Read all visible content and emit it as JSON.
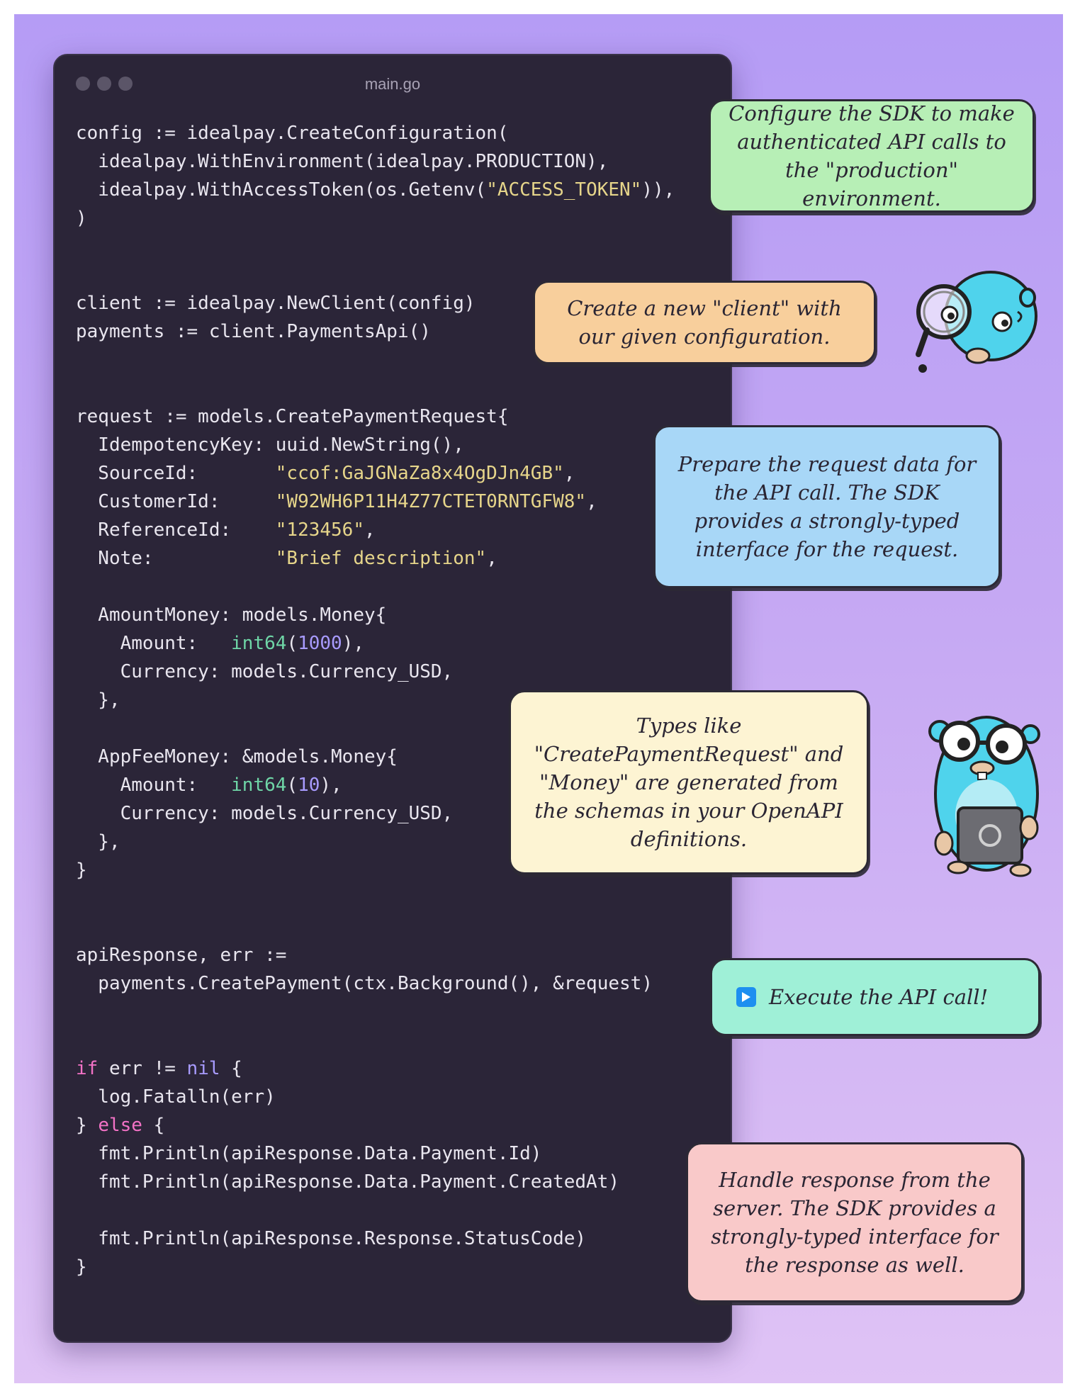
{
  "window": {
    "filename": "main.go"
  },
  "code_lines": [
    [
      {
        "t": "config := idealpay.CreateConfiguration("
      }
    ],
    [
      {
        "t": "  idealpay.WithEnvironment(idealpay.PRODUCTION),"
      }
    ],
    [
      {
        "t": "  idealpay.WithAccessToken(os.Getenv("
      },
      {
        "t": "\"ACCESS_TOKEN\"",
        "c": "str"
      },
      {
        "t": ")),"
      }
    ],
    [
      {
        "t": ")"
      }
    ],
    [],
    [],
    [
      {
        "t": "client := idealpay.NewClient(config)"
      }
    ],
    [
      {
        "t": "payments := client.PaymentsApi()"
      }
    ],
    [],
    [],
    [
      {
        "t": "request := models.CreatePaymentRequest{"
      }
    ],
    [
      {
        "t": "  IdempotencyKey: uuid.NewString(),"
      }
    ],
    [
      {
        "t": "  SourceId:       "
      },
      {
        "t": "\"ccof:GaJGNaZa8x4OgDJn4GB\"",
        "c": "str"
      },
      {
        "t": ","
      }
    ],
    [
      {
        "t": "  CustomerId:     "
      },
      {
        "t": "\"W92WH6P11H4Z77CTET0RNTGFW8\"",
        "c": "str"
      },
      {
        "t": ","
      }
    ],
    [
      {
        "t": "  ReferenceId:    "
      },
      {
        "t": "\"123456\"",
        "c": "str"
      },
      {
        "t": ","
      }
    ],
    [
      {
        "t": "  Note:           "
      },
      {
        "t": "\"Brief description\"",
        "c": "str"
      },
      {
        "t": ","
      }
    ],
    [],
    [
      {
        "t": "  AmountMoney: models.Money{"
      }
    ],
    [
      {
        "t": "    Amount:   "
      },
      {
        "t": "int64",
        "c": "type"
      },
      {
        "t": "("
      },
      {
        "t": "1000",
        "c": "num"
      },
      {
        "t": "),"
      }
    ],
    [
      {
        "t": "    Currency: models.Currency_USD,"
      }
    ],
    [
      {
        "t": "  },"
      }
    ],
    [],
    [
      {
        "t": "  AppFeeMoney: &models.Money{"
      }
    ],
    [
      {
        "t": "    Amount:   "
      },
      {
        "t": "int64",
        "c": "type"
      },
      {
        "t": "("
      },
      {
        "t": "10",
        "c": "num"
      },
      {
        "t": "),"
      }
    ],
    [
      {
        "t": "    Currency: models.Currency_USD,"
      }
    ],
    [
      {
        "t": "  },"
      }
    ],
    [
      {
        "t": "}"
      }
    ],
    [],
    [],
    [
      {
        "t": "apiResponse, err :="
      }
    ],
    [
      {
        "t": "  payments.CreatePayment(ctx.Background(), &request)"
      }
    ],
    [],
    [],
    [
      {
        "t": "if",
        "c": "kw"
      },
      {
        "t": " err != "
      },
      {
        "t": "nil",
        "c": "nil"
      },
      {
        "t": " {"
      }
    ],
    [
      {
        "t": "  log.Fatalln(err)"
      }
    ],
    [
      {
        "t": "} "
      },
      {
        "t": "else",
        "c": "kw"
      },
      {
        "t": " {"
      }
    ],
    [
      {
        "t": "  fmt.Println(apiResponse.Data.Payment.Id)"
      }
    ],
    [
      {
        "t": "  fmt.Println(apiResponse.Data.Payment.CreatedAt)"
      }
    ],
    [],
    [
      {
        "t": "  fmt.Println(apiResponse.Response.StatusCode)"
      }
    ],
    [
      {
        "t": "}"
      }
    ]
  ],
  "notes": {
    "configure": "Configure the SDK to make authenticated API calls to the \"production\" environment.",
    "client": "Create a new \"client\" with our given configuration.",
    "request": "Prepare the request data for the API call. The SDK provides a strongly-typed interface for the request.",
    "types": "Types like \"CreatePaymentRequest\" and \"Money\" are generated from the schemas in your OpenAPI definitions.",
    "execute": "Execute the API call!",
    "response": "Handle response from the server. The SDK provides a strongly-typed interface for the response as well."
  },
  "icons": {
    "play": "play-icon",
    "gopher_magnifier": "gopher-magnifier-icon",
    "gopher_laptop": "gopher-laptop-icon"
  },
  "colors": {
    "editor_bg": "#2b2538",
    "string": "#e6d58a",
    "type": "#6fd6a7",
    "number": "#a89bff",
    "keyword": "#f372c6"
  }
}
